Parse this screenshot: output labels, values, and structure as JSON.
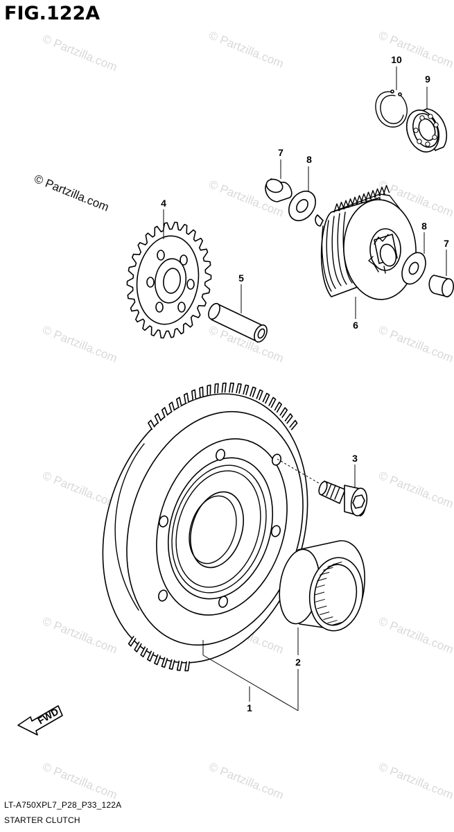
{
  "figure": {
    "title": "FIG.122A",
    "code": "LT-A750XPL7_P28_P33_122A",
    "name": "STARTER CLUTCH"
  },
  "watermark": {
    "text": "© Partzilla.com",
    "color": "#d9d9d9"
  },
  "fwd_arrow": {
    "label": "FWD"
  },
  "callouts": {
    "c1": "1",
    "c2": "2",
    "c3": "3",
    "c4": "4",
    "c5": "5",
    "c6": "6",
    "c7a": "7",
    "c7b": "7",
    "c8a": "8",
    "c8b": "8",
    "c9": "9",
    "c10": "10"
  }
}
